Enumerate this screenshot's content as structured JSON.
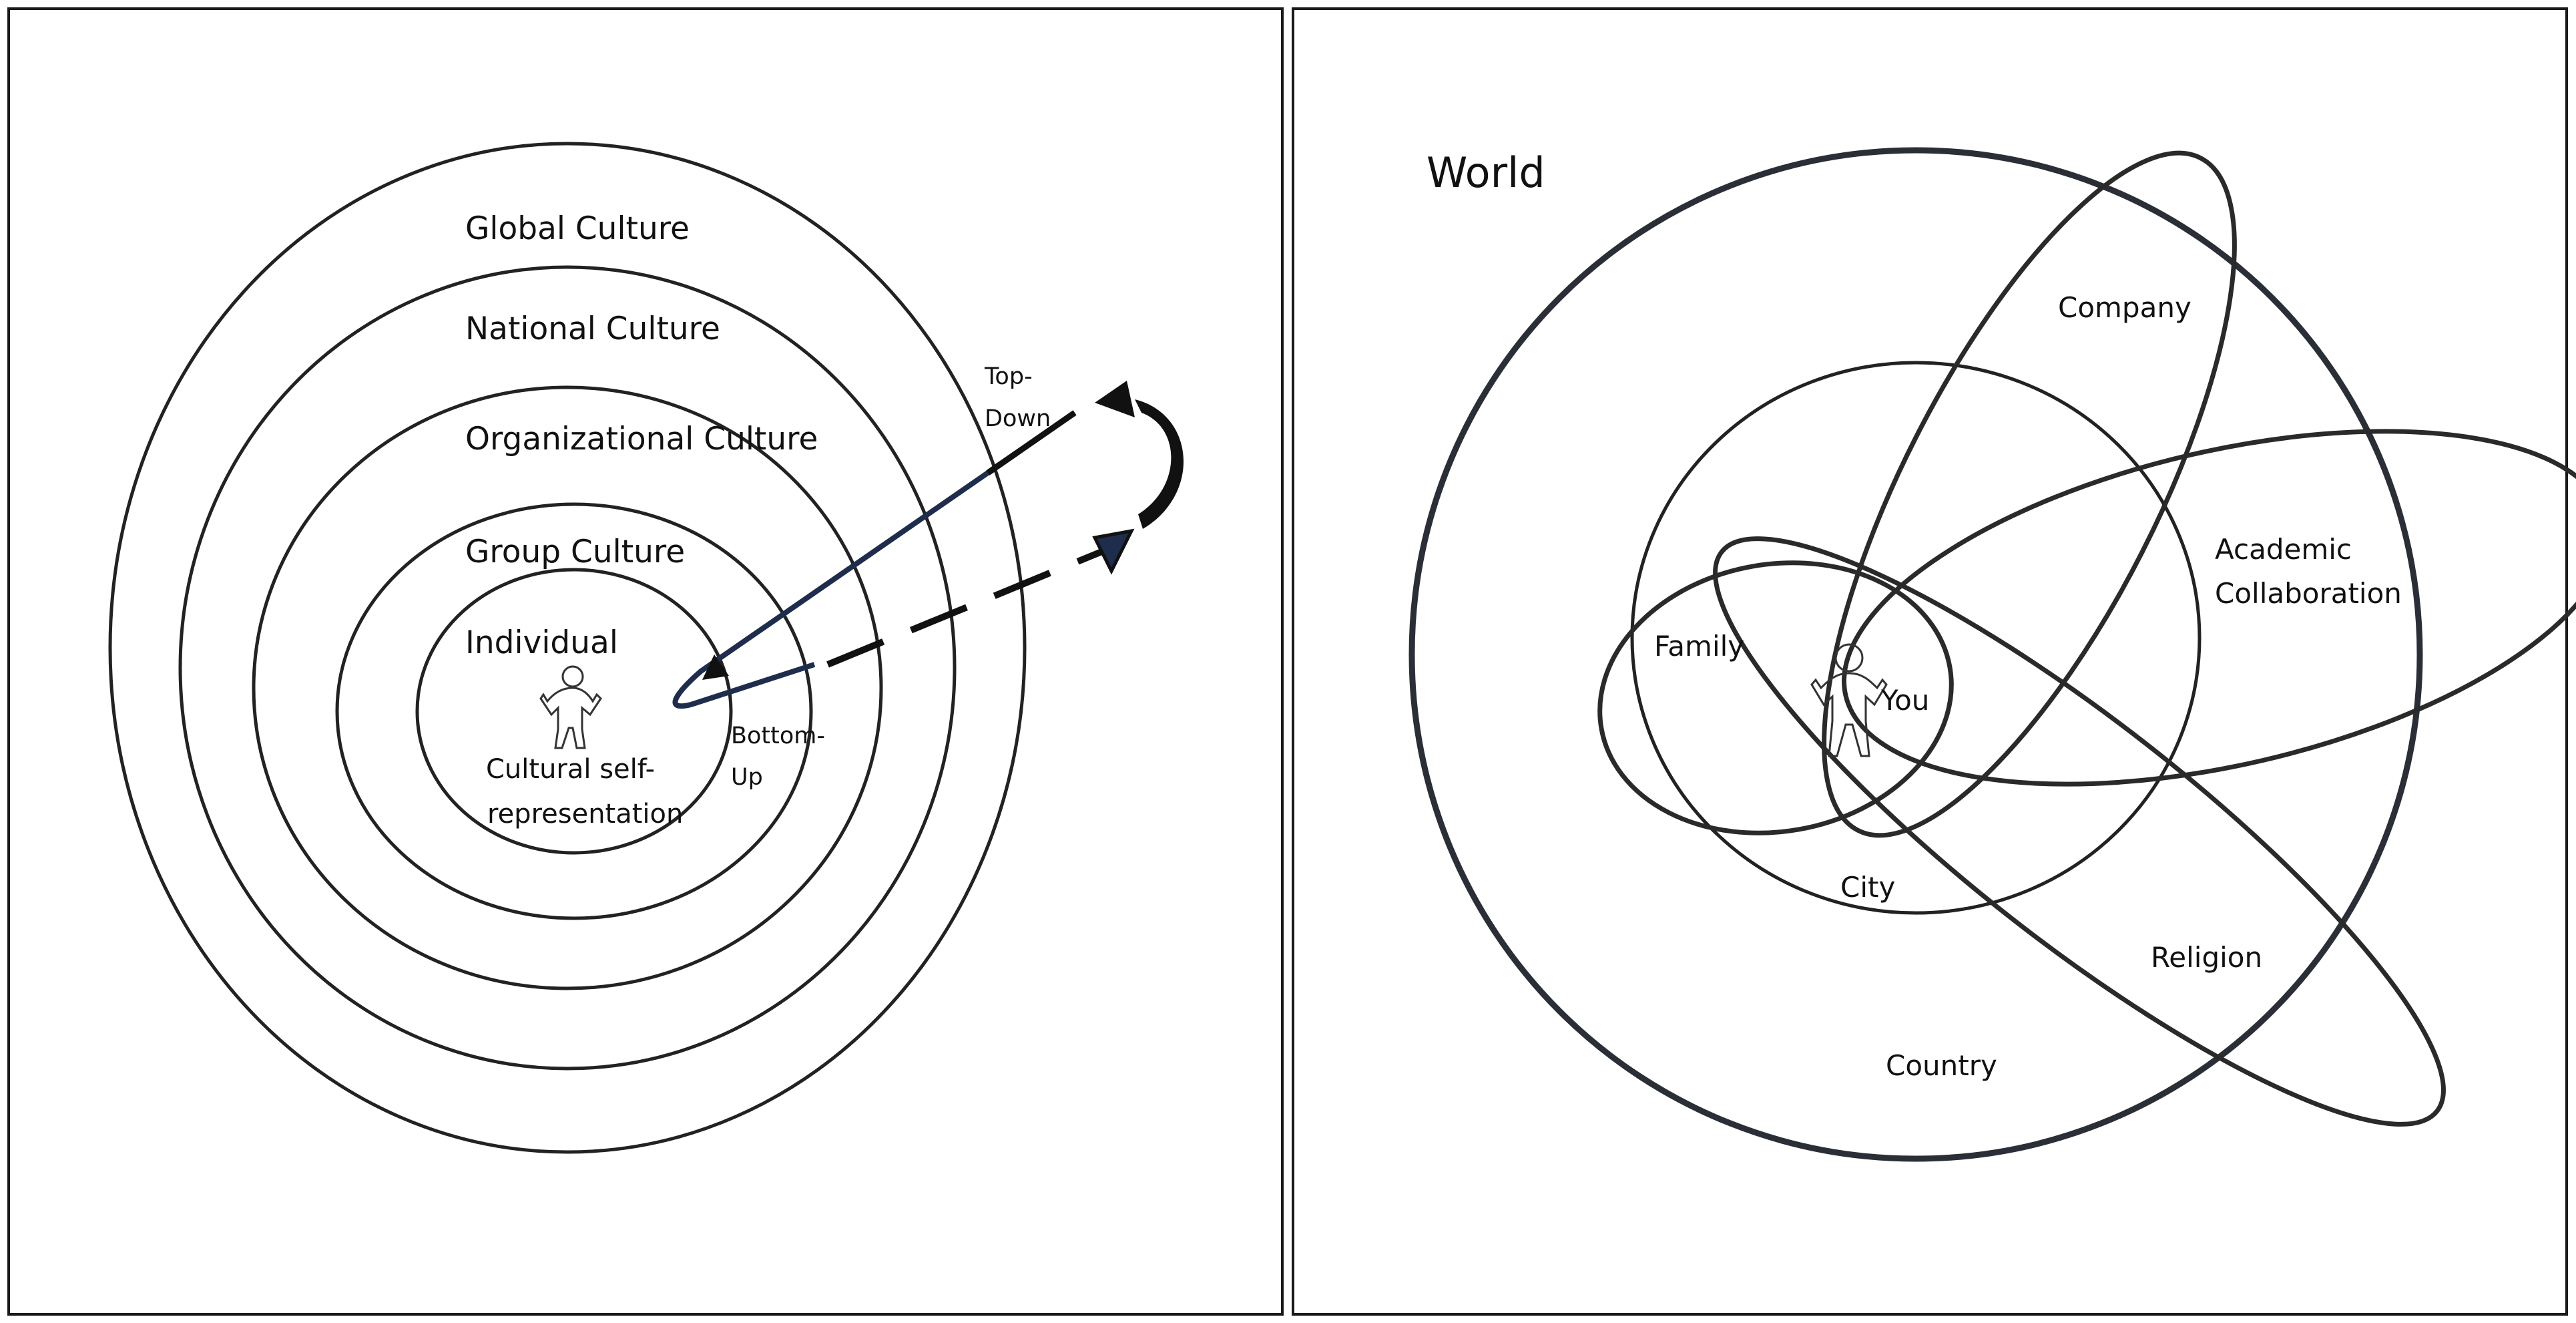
{
  "left_panel": {
    "labels": {
      "global": "Global Culture",
      "national": "National Culture",
      "organizational": "Organizational Culture",
      "group": "Group Culture",
      "individual": "Individual",
      "self_rep_1": "Cultural self-",
      "self_rep_2": "representation",
      "top_down_1": "Top-",
      "top_down_2": "Down",
      "bottom_up_1": "Bottom-",
      "bottom_up_2": "Up"
    }
  },
  "right_panel": {
    "labels": {
      "world": "World",
      "company": "Company",
      "academic_1": "Academic",
      "academic_2": "Collaboration",
      "family": "Family",
      "you": "You",
      "city": "City",
      "religion": "Religion",
      "country": "Country"
    }
  },
  "colors": {
    "stroke": "#222222",
    "top_down_arrow": "#1f2d4d",
    "background": "#ffffff"
  }
}
